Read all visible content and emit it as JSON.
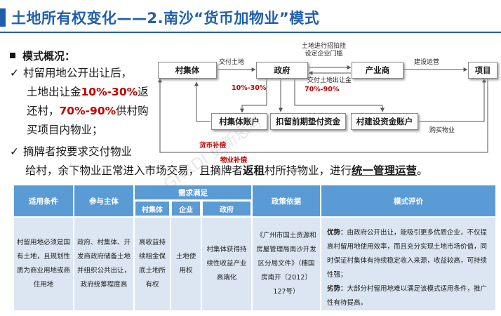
{
  "title": "土地所有权变化——2.南沙“货币加物业”模式",
  "section": {
    "heading": "模式概况：",
    "p1_l1": "村留用地公开出让后，",
    "p1_l2_a": "土地出让金",
    "p1_l2_red": "10%-30%",
    "p1_l2_b": "返",
    "p1_l3_a": "还村，",
    "p1_l3_red": "70%-90%",
    "p1_l3_b": "供村购",
    "p1_l4": "买项目内物业；",
    "p2_l1": "摘牌者按要求交付物业",
    "p2_l2_a": "给村，余下物业正常进入市场交易，且摘牌者",
    "p2_l2_bold": "返租",
    "p2_l2_b": "村所持物业，进行",
    "p2_l2_ul": "统一管理运营",
    "p2_l2_c": "。"
  },
  "diagram": {
    "boxes": {
      "village": "村集体",
      "gov": "政府",
      "industry": "产业商",
      "project": "项目",
      "village_account": "村集体账户",
      "retain_fund": "扣留前期垫付资金",
      "construction_account": "村建设资金账户"
    },
    "labels": {
      "deliver_land": "交付土地",
      "auction": "土地进行招拍挂\n设定企业门槛",
      "construction": "建设运营",
      "transfer_fee": "交付土地出让金",
      "pct_low": "10%-30%",
      "pct_high": "70%-90%",
      "cash_comp": "货币补偿",
      "buy_property": "购买物业",
      "property_comp": "物业补偿"
    }
  },
  "table": {
    "headers": {
      "condition": "适用条件",
      "participants": "参与主体",
      "needs": "需求满足",
      "policy": "政策依据",
      "evaluation": "模式评价"
    },
    "sub_headers": {
      "village": "村集体",
      "enterprise": "企业",
      "government": "政府"
    },
    "row": {
      "condition": "村留用地必须是国有土地，且规划性质为商业用地或商住用地",
      "participants": "政府、村集体、开发商政府储备土地并组织公共出让，政府统筹程度高",
      "village": "高收益持续租金保底土地所有权",
      "enterprise": "土地使用权",
      "government": "村集体获得持续性收益产业高端化",
      "policy": "《广州市国土资源和房屋管理局南沙开发区分局文件》（穗国房南开〔2012〕127号）",
      "eval_adv_label": "优势：",
      "eval_adv": "由政府公开出让，能吸引更多优质企业，不仅提高村留用地使用效率，而且充分实现土地市场价值，同时保证村集体有持续稳定收入来源，收益较高，可持续性强；",
      "eval_dis_label": "劣势：",
      "eval_dis": "大部分村留用地难以满足该模式适用条件，推广性有待提高。"
    }
  },
  "watermark": "GRRDI 更新思考"
}
